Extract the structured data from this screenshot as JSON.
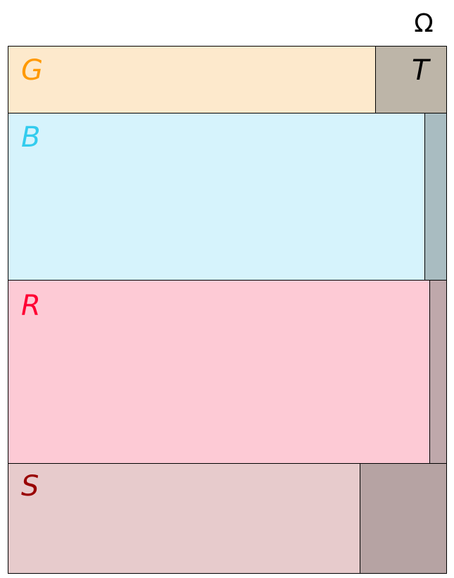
{
  "universe": {
    "label": "Ω"
  },
  "regions": {
    "g": {
      "label": "G",
      "label_color": "#ff9900",
      "fill": "#fde9cc",
      "overlap_fill": "#bdb5a8"
    },
    "t": {
      "label": "T",
      "label_color": "#000000"
    },
    "b": {
      "label": "B",
      "label_color": "#33ccee",
      "fill": "#d6f3fc",
      "overlap_fill": "#a9bcc1"
    },
    "r": {
      "label": "R",
      "label_color": "#ff0033",
      "fill": "#fdcad5",
      "overlap_fill": "#bfa8ab"
    },
    "s": {
      "label": "S",
      "label_color": "#990000",
      "fill": "#e7cbcc",
      "overlap_fill": "#b6a3a3"
    }
  }
}
